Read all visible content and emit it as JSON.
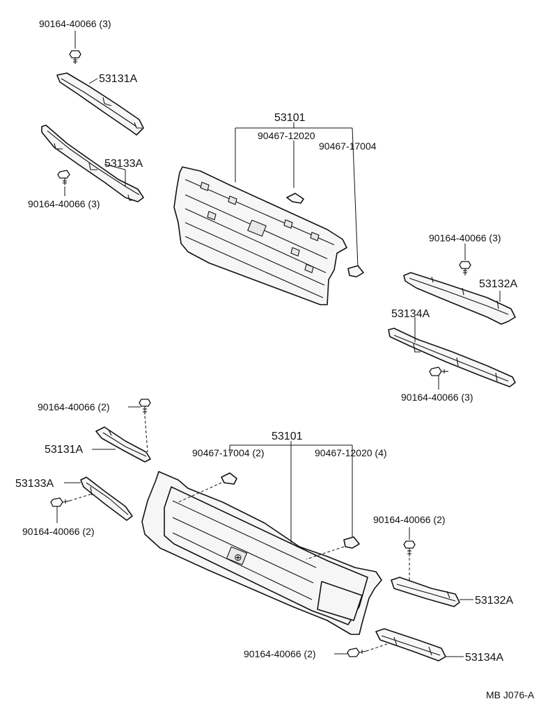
{
  "upper": {
    "bolt_top_left": "90164-40066 (3)",
    "molding_upper_left": "53131A",
    "molding_lower_left": "53133A",
    "bolt_mid_left": "90164-40066 (3)",
    "grille": "53101",
    "clip_a": "90467-12020",
    "clip_b": "90467-17004",
    "bolt_top_right": "90164-40066 (3)",
    "molding_upper_right": "53132A",
    "molding_lower_right": "53134A",
    "bolt_bottom_right": "90164-40066 (3)"
  },
  "lower": {
    "bolt_top_left": "90164-40066 (2)",
    "molding_upper_left": "53131A",
    "molding_lower_left": "53133A",
    "bolt_bottom_left": "90164-40066 (2)",
    "grille": "53101",
    "clip_a": "90467-17004 (2)",
    "clip_b": "90467-12020 (4)",
    "bolt_right": "90164-40066 (2)",
    "molding_upper_right": "53132A",
    "molding_lower_right": "53134A",
    "bolt_bottom": "90164-40066 (2)"
  },
  "footer": {
    "code": "MB J076-A"
  }
}
